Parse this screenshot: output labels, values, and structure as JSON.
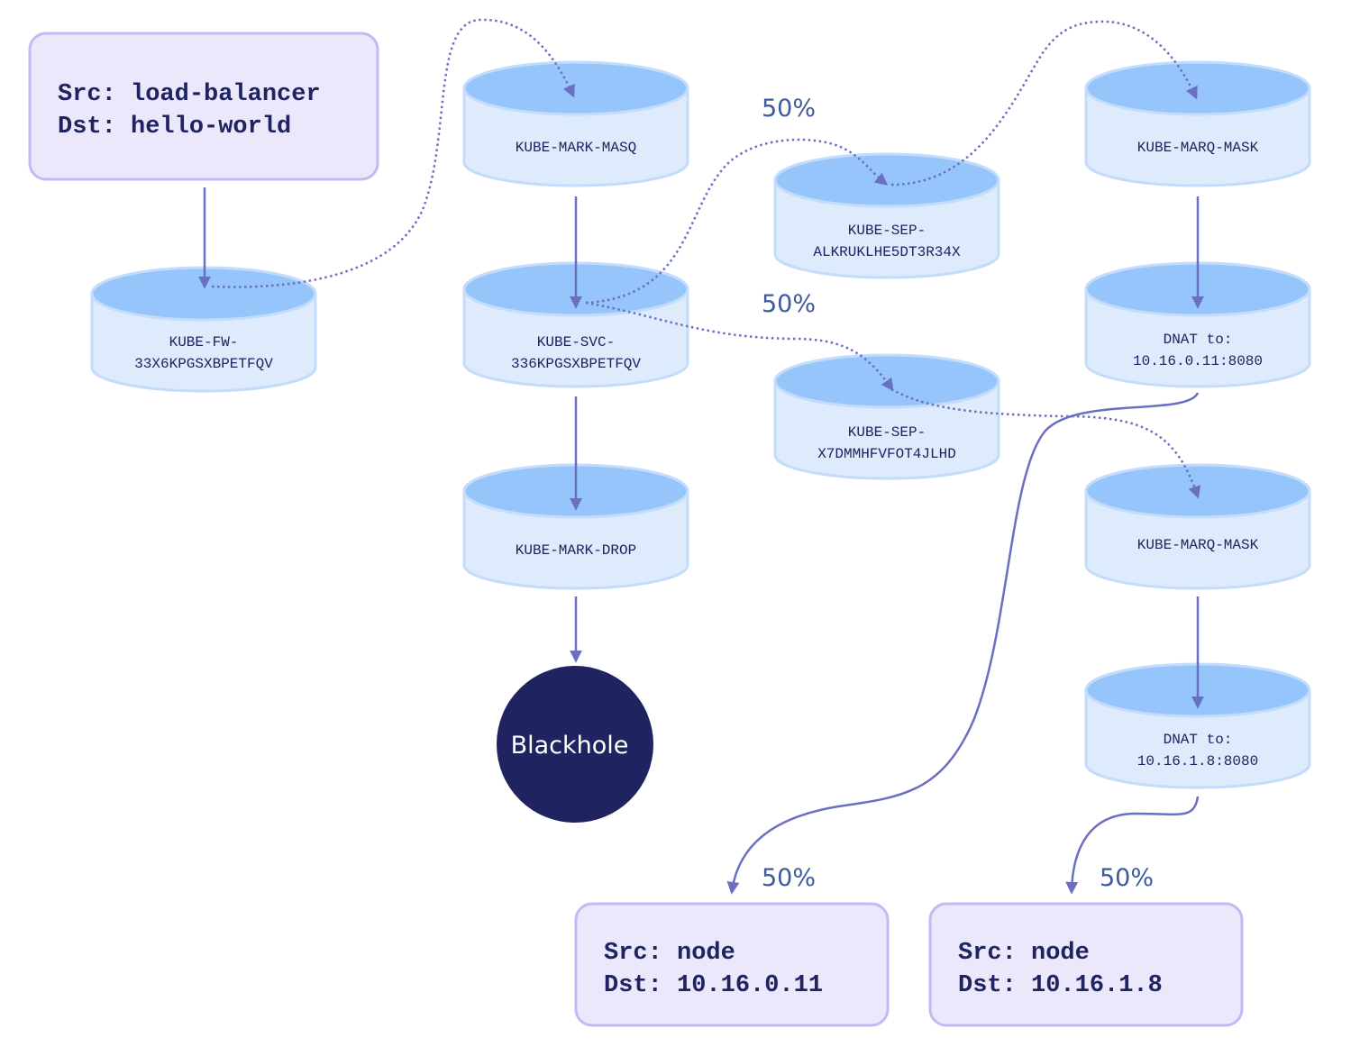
{
  "colors": {
    "cylinder_body": "#deebfd",
    "cylinder_top": "#96c5fb",
    "cylinder_stroke": "#c4dcfb",
    "packet_fill": "#ebe8fc",
    "packet_stroke": "#c6b8f4",
    "arrow": "#6b6fc2",
    "text": "#1f2460",
    "percent_text": "#3d5a9c",
    "blackhole_fill": "#1f2461"
  },
  "packets": {
    "initial": {
      "src": "Src: load-balancer",
      "dst": "Dst: hello-world"
    },
    "final_a": {
      "src": "Src: node",
      "dst": "Dst: 10.16.0.11"
    },
    "final_b": {
      "src": "Src: node",
      "dst": "Dst: 10.16.1.8"
    }
  },
  "chains": {
    "kube_fw": {
      "line1": "KUBE-FW-",
      "line2": "33X6KPGSXBPETFQV"
    },
    "kube_mark_masq": {
      "line1": "KUBE-MARK-MASQ"
    },
    "kube_svc": {
      "line1": "KUBE-SVC-",
      "line2": "336KPGSXBPETFQV"
    },
    "kube_mark_drop": {
      "line1": "KUBE-MARK-DROP"
    },
    "kube_sep_1": {
      "line1": "KUBE-SEP-",
      "line2": "ALKRUKLHE5DT3R34X"
    },
    "kube_sep_2": {
      "line1": "KUBE-SEP-",
      "line2": "X7DMMHFVFOT4JLHD"
    },
    "kube_marq_mask_1": {
      "line1": "KUBE-MARQ-MASK"
    },
    "dnat_1": {
      "line1": "DNAT to:",
      "line2": "10.16.0.11:8080"
    },
    "kube_marq_mask_2": {
      "line1": "KUBE-MARQ-MASK"
    },
    "dnat_2": {
      "line1": "DNAT to:",
      "line2": "10.16.1.8:8080"
    }
  },
  "blackhole": {
    "label": "Blackhole"
  },
  "percentages": {
    "sep_1": "50%",
    "sep_2": "50%",
    "final_a": "50%",
    "final_b": "50%"
  }
}
